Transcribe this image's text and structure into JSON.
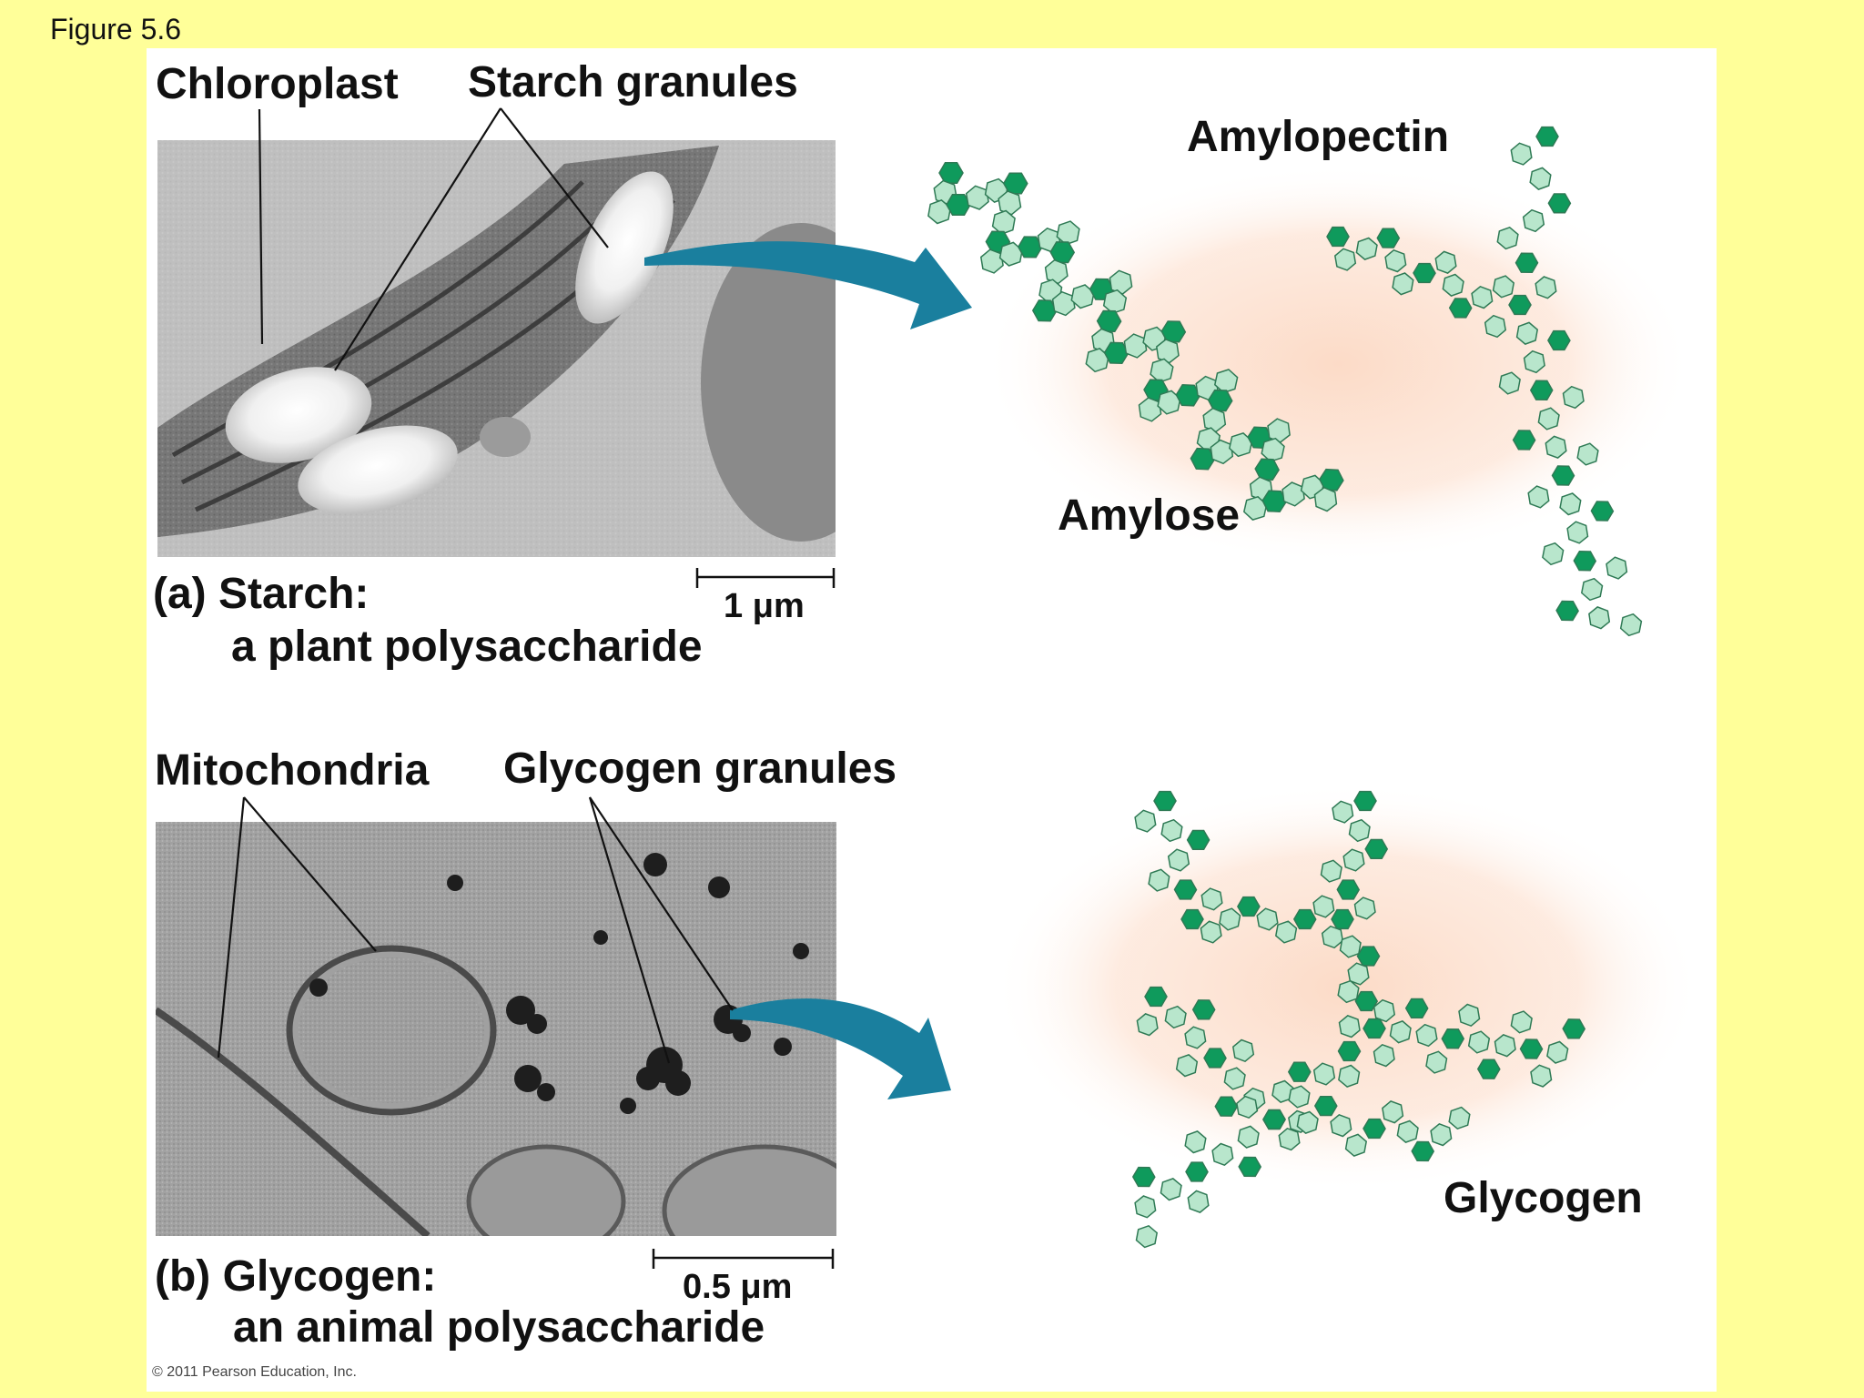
{
  "figure_label": "Figure 5.6",
  "panel_a": {
    "label_chloroplast": "Chloroplast",
    "label_starch_granules": "Starch granules",
    "caption_line1": "(a) Starch:",
    "caption_line2": "a plant polysaccharide",
    "scale_bar": "1 μm",
    "label_amylopectin": "Amylopectin",
    "label_amylose": "Amylose"
  },
  "panel_b": {
    "label_mitochondria": "Mitochondria",
    "label_glycogen_granules": "Glycogen granules",
    "caption_line1": "(b) Glycogen:",
    "caption_line2": "an animal polysaccharide",
    "scale_bar": "0.5 μm",
    "label_glycogen": "Glycogen"
  },
  "copyright": "© 2011 Pearson Education, Inc.",
  "colors": {
    "background": "#ffff99",
    "panel": "#ffffff",
    "arrow": "#1a7f9e",
    "sugar_dark": "#0f9a5c",
    "sugar_light": "#b8e6cc",
    "glow": "#fde3d2"
  }
}
